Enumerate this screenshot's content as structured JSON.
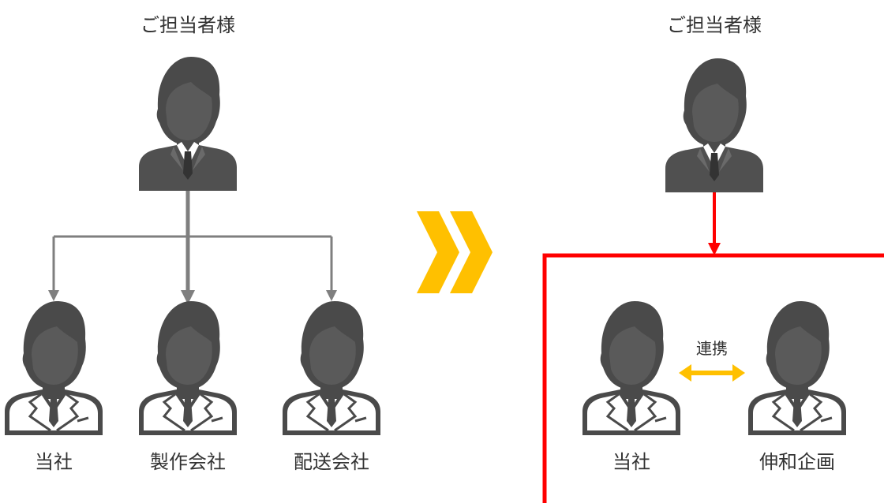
{
  "left": {
    "top_label": "ご担当者様",
    "bottom_labels": [
      "当社",
      "製作会社",
      "配送会社"
    ]
  },
  "right": {
    "top_label": "ご担当者様",
    "bottom_labels": [
      "当社",
      "伸和企画"
    ],
    "link_label": "連携"
  },
  "colors": {
    "person_dark": "#4a4a4a",
    "shirt_suit": "#505050",
    "shirt_light": "#ffffff",
    "arrow_gray": "#7f7f7f",
    "arrow_red": "#ff0000",
    "chevron": "#ffc000",
    "double_arrow": "#ffc000"
  }
}
